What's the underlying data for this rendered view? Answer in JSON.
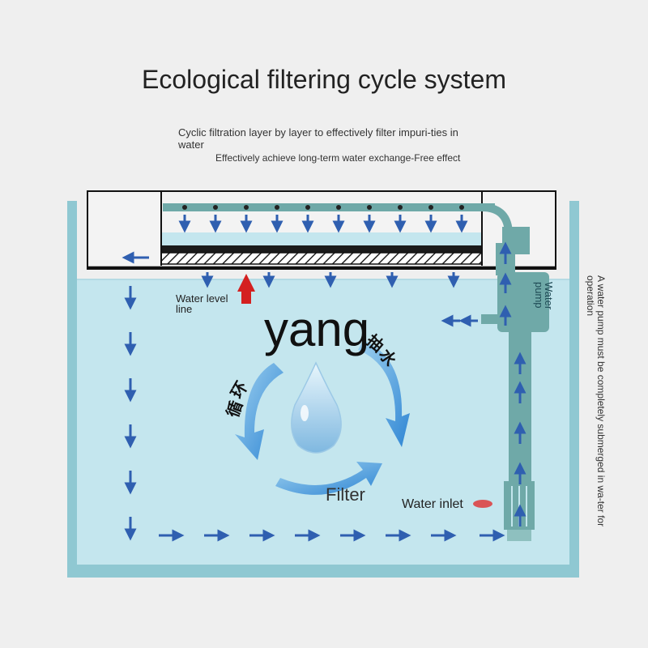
{
  "header": {
    "title": "Ecological filtering cycle system",
    "desc_line1": "Cyclic filtration layer by layer to effectively filter impuri-ties in water",
    "desc_line2": "Effectively achieve long-term water exchange-Free effect"
  },
  "labels": {
    "water_level": "Water level line",
    "watermark": "yang",
    "filter": "Filter",
    "water_inlet": "Water inlet",
    "water_pump": "Water pump",
    "pump_note": "A water pump must be completely submerged in wa-ter for operation",
    "cjk_1": "循",
    "cjk_2": "环",
    "cjk_3": "抽",
    "cjk_4": "水"
  },
  "colors": {
    "water": "#c4e6ee",
    "tank_wall": "#8fc8d2",
    "pipe": "#6fa9a8",
    "arrow": "#2f5fb0",
    "swirl": "#3a8fd6",
    "red_arrow": "#d42020",
    "filter_black": "#1a1a1a"
  },
  "icons": {
    "droplet": "water-droplet-icon",
    "flow_arrows": "flow-arrow-icon",
    "up_arrow": "red-up-arrow-icon"
  }
}
